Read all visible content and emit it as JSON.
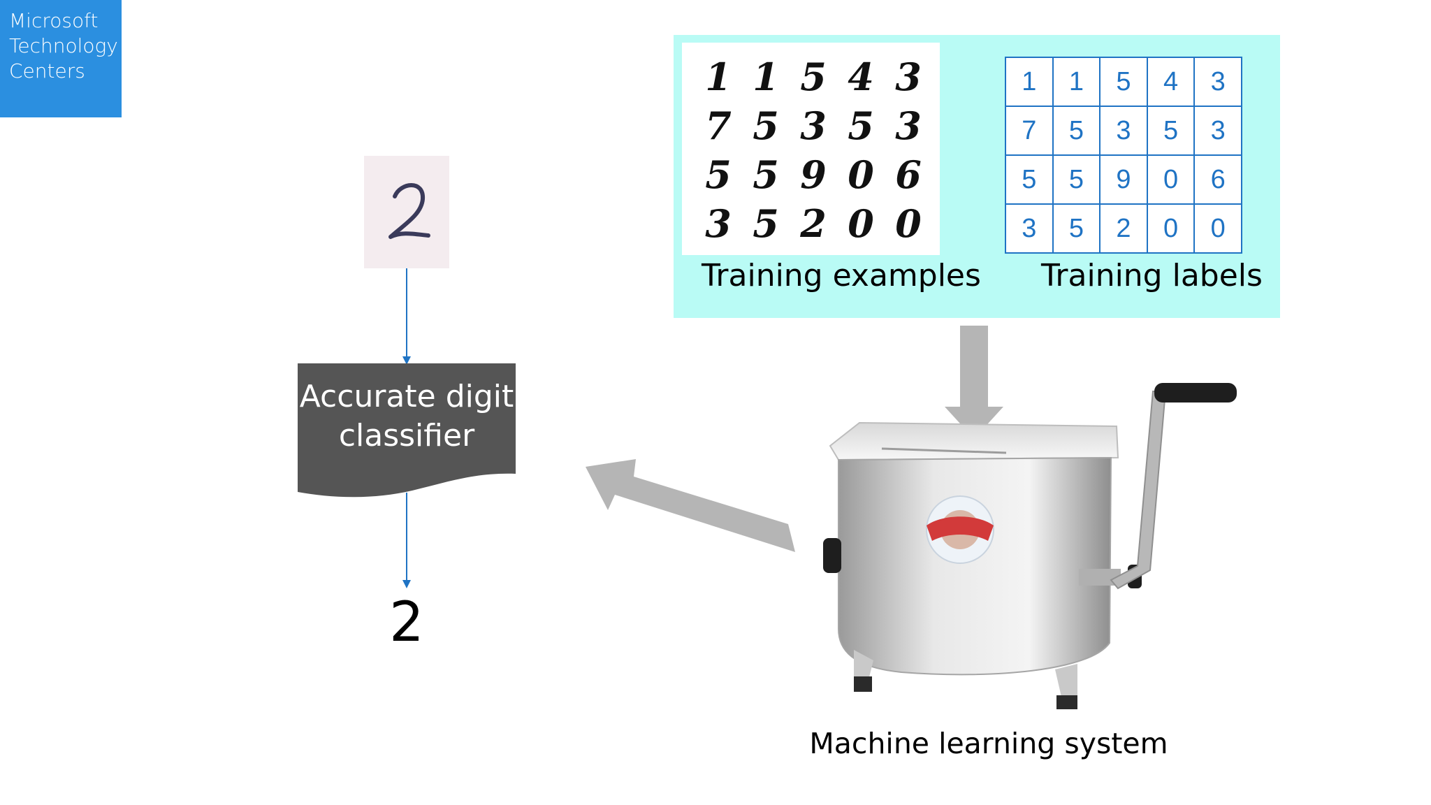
{
  "logo": {
    "line1": "Microsoft",
    "line2": "Technology",
    "line3": "Centers"
  },
  "classifier": {
    "line1": "Accurate digit",
    "line2": "classifier"
  },
  "output_digit": "2",
  "sample_digit": "2",
  "training": {
    "examples": [
      [
        "1",
        "1",
        "5",
        "4",
        "3"
      ],
      [
        "7",
        "5",
        "3",
        "5",
        "3"
      ],
      [
        "5",
        "5",
        "9",
        "0",
        "6"
      ],
      [
        "3",
        "5",
        "2",
        "0",
        "0"
      ]
    ],
    "labels": [
      [
        "1",
        "1",
        "5",
        "4",
        "3"
      ],
      [
        "7",
        "5",
        "3",
        "5",
        "3"
      ],
      [
        "5",
        "5",
        "9",
        "0",
        "6"
      ],
      [
        "3",
        "5",
        "2",
        "0",
        "0"
      ]
    ],
    "examples_caption": "Training examples",
    "labels_caption": "Training labels"
  },
  "machine_caption": "Machine learning system",
  "colors": {
    "logo_bg": "#2b8fe0",
    "panel_bg": "#b9fbf5",
    "classifier_bg": "#555555",
    "label_blue": "#1f73c4",
    "arrow_gray": "#b5b5b5",
    "connector_blue": "#1f73c4"
  }
}
